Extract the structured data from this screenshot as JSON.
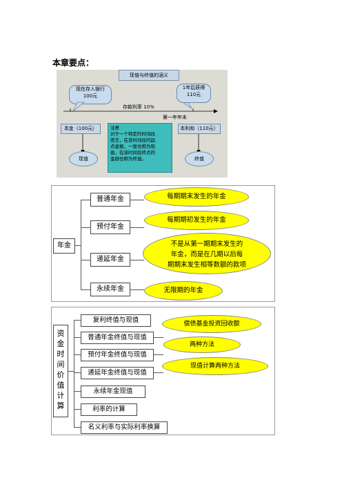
{
  "heading": "本章要点：",
  "fig1": {
    "title": "现值与终值的涵义",
    "callout_left": [
      "现在存入银行",
      "100元"
    ],
    "callout_right": [
      "1年后获得",
      "110元"
    ],
    "interest": "存款利率 10%",
    "year_end": "第一年年末",
    "box_principal": "本金（100元）",
    "box_total": "本利和（110元）",
    "note": [
      "注意",
      "对于一个特定的时间段",
      "而言，在该时间段的起",
      "点金额，一般也称为现",
      "值，在该时间段终点的",
      "金额也称为终值。"
    ],
    "ellipse_left": "现值",
    "ellipse_right": "终值"
  },
  "fig2": {
    "root": "年金",
    "branches": [
      "普通年金",
      "预付年金",
      "递延年金",
      "永续年金"
    ],
    "clouds": [
      [
        "每期期末发生的年金"
      ],
      [
        "每期期初发生的年金"
      ],
      [
        "不是从第一期期末发生的",
        "年金，而是在几期以后每",
        "期期末发生相等数额的款项"
      ],
      [
        "无限期的年金"
      ]
    ]
  },
  "fig3": {
    "root_chars": [
      "资",
      "金",
      "时",
      "间",
      "价",
      "值",
      "计",
      "算"
    ],
    "items": [
      "复利终值与现值",
      "普通年金终值与现值",
      "预付年金终值与现值",
      "递延年金终值与现值",
      "永续年金现值",
      "利率的计算",
      "名义利率与实际利率换算"
    ],
    "clouds": [
      "偿债基金投资回收额",
      "两种方法",
      "现值计算两种方法"
    ]
  },
  "colors": {
    "cloud": "#ffff00",
    "note_box": "#3fbcbc",
    "callout": "#c8dcee"
  }
}
